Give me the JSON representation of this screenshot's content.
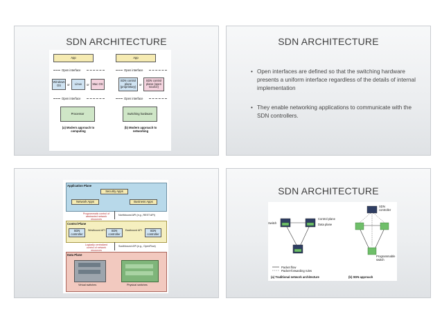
{
  "slides": [
    {
      "title": "SDN ARCHITECTURE",
      "figure": {
        "app_label": "App",
        "open_interface": "Open interface",
        "windows_os": "Windows OS",
        "or": "or",
        "linux": "Linux",
        "mac_os": "Mac OS",
        "processor": "Processor",
        "sdn_proprietary": "SDN control plane (proprietary)",
        "sdn_open": "SDN control plane (open source)",
        "switching_hardware": "Switching hardware",
        "caption_a": "(a) Modern approach to computing",
        "caption_b": "(b) Modern approach to networking"
      }
    },
    {
      "title": "SDN ARCHITECTURE",
      "bullets": [
        "Open interfaces are defined so that the switching hardware presents a uniform interface regardless of the details of internal implementation",
        "They enable networking applications to communicate with the SDN controllers."
      ],
      "bullet_glyph": "•"
    },
    {
      "figure": {
        "application_plane": "Application Plane",
        "security_apps": "Security Apps",
        "network_apps": "Network Apps",
        "business_apps": "Business Apps",
        "programmatic_control": "Programmatic control of abstracted network resources",
        "northbound_api": "Northbound API (e.g., REST API)",
        "control_plane": "Control Plane",
        "sdn_controller": "SDN controller",
        "westbound_api": "Westbound API",
        "eastbound_api": "Eastbound API",
        "logically_centralized": "Logically centralized control of network resources",
        "southbound_api": "Southbound API (e.g., OpenFlow)",
        "data_plane": "Data Plane",
        "virtual_switches": "Virtual switches",
        "physical_switches": "Physical switches"
      }
    },
    {
      "title": "SDN ARCHITECTURE",
      "figure": {
        "switch": "Switch",
        "control_plane": "Control plane",
        "data_plane": "Data plane",
        "sdn_controller": "SDN controller",
        "programmable_switch": "Programmable switch",
        "packet_flow": "Packet flow",
        "packet_forwarding_rules": "Packet-forwarding rules",
        "caption_a": "(a) Traditional network architecture",
        "caption_b": "(b) SDN approach"
      }
    }
  ],
  "colors": {
    "green_box": "#cfe6c7",
    "blue_box": "#cfe3f2",
    "pink_box": "#f4d3de",
    "app_plane_bg": "#b8d9ea",
    "control_plane_bg": "#f5efbf",
    "data_plane_bg": "#f2c9bf",
    "app_box": "#f6ebb2"
  }
}
